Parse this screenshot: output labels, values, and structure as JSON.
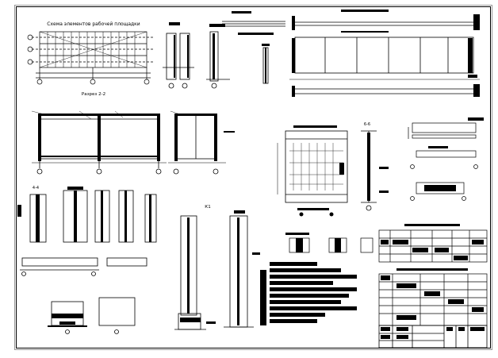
{
  "sheet": {
    "background": "#ffffff",
    "line_color": "#000000"
  },
  "labels": {
    "plan_title": "Схема элементов рабочей площадки",
    "section_2_2": "Разрез 2-2",
    "section_4_4": "4-4",
    "section_6_6": "6-6",
    "column_k1": "К1"
  }
}
